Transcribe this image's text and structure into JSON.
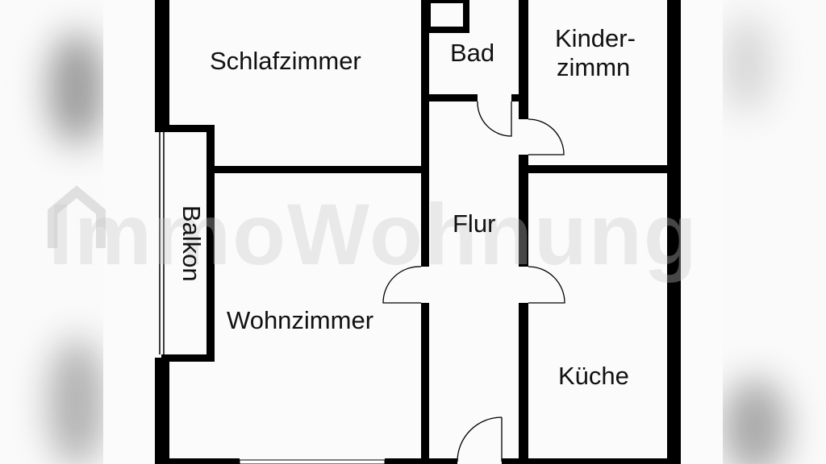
{
  "plan": {
    "title": "Grundriss",
    "rooms": {
      "schlafzimmer": "Schlafzimmer",
      "bad": "Bad",
      "kinderzimmer_line1": "Kinder-",
      "kinderzimmer_line2": "zimmn",
      "balkon": "Balkon",
      "flur": "Flur",
      "wohnzimmer": "Wohnzimmer",
      "kueche": "Küche"
    },
    "colors": {
      "wall": "#000000",
      "floor": "#fbfbfb",
      "background": "#f7f7f7"
    }
  },
  "watermark": {
    "icon": "house-icon",
    "text": "ImmoWohnung"
  }
}
